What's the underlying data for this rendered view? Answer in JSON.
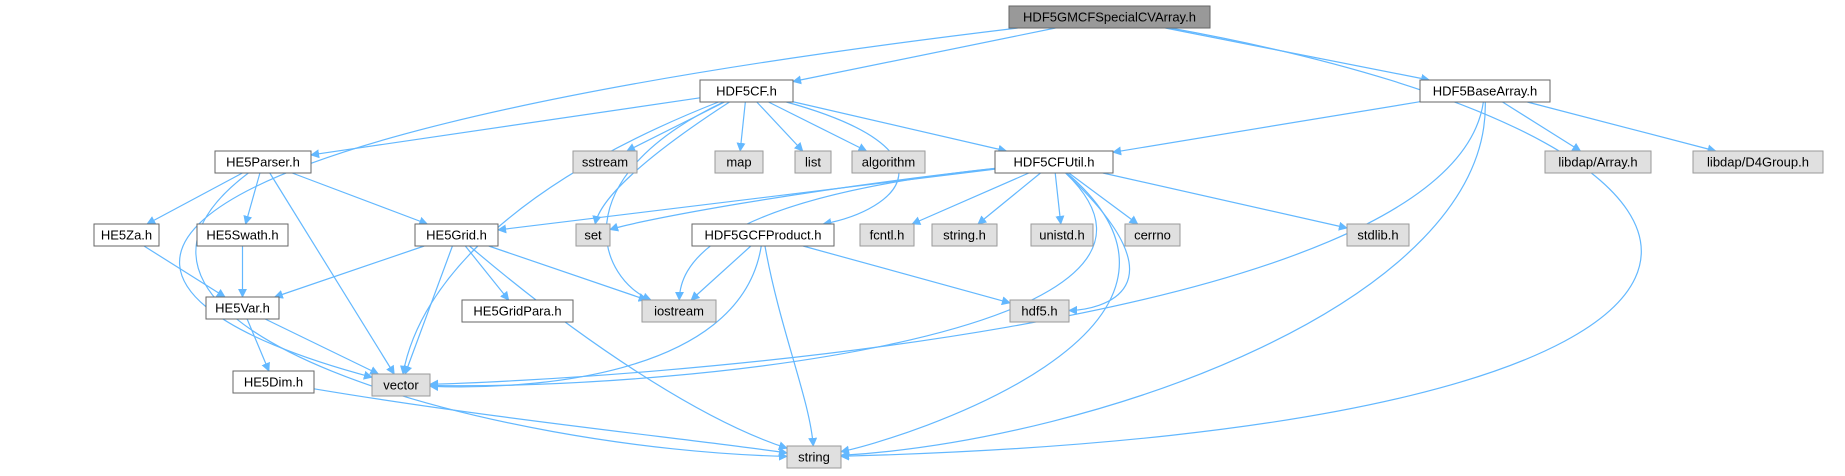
{
  "colors": {
    "root_fill": "#999999",
    "root_stroke": "#666666",
    "node_fill": "#ffffff",
    "node_stroke": "#666666",
    "ext_fill": "#e0e0e0",
    "ext_stroke": "#999999",
    "edge": "#63b8ff"
  },
  "nodes": [
    {
      "id": "root",
      "label": "HDF5GMCFSpecialCVArray.h",
      "kind": "root"
    },
    {
      "id": "hdf5cf",
      "label": "HDF5CF.h",
      "kind": "header"
    },
    {
      "id": "basearray",
      "label": "HDF5BaseArray.h",
      "kind": "header"
    },
    {
      "id": "he5parser",
      "label": "HE5Parser.h",
      "kind": "header"
    },
    {
      "id": "sstream",
      "label": "sstream",
      "kind": "external"
    },
    {
      "id": "map",
      "label": "map",
      "kind": "external"
    },
    {
      "id": "list",
      "label": "list",
      "kind": "external"
    },
    {
      "id": "algorithm",
      "label": "algorithm",
      "kind": "external"
    },
    {
      "id": "cfutil",
      "label": "HDF5CFUtil.h",
      "kind": "header"
    },
    {
      "id": "libdaparray",
      "label": "libdap/Array.h",
      "kind": "external"
    },
    {
      "id": "libdapd4group",
      "label": "libdap/D4Group.h",
      "kind": "external"
    },
    {
      "id": "he5za",
      "label": "HE5Za.h",
      "kind": "header"
    },
    {
      "id": "he5swath",
      "label": "HE5Swath.h",
      "kind": "header"
    },
    {
      "id": "he5grid",
      "label": "HE5Grid.h",
      "kind": "header"
    },
    {
      "id": "set",
      "label": "set",
      "kind": "external"
    },
    {
      "id": "gcfproduct",
      "label": "HDF5GCFProduct.h",
      "kind": "header"
    },
    {
      "id": "fcntl",
      "label": "fcntl.h",
      "kind": "external"
    },
    {
      "id": "stringh",
      "label": "string.h",
      "kind": "external"
    },
    {
      "id": "unistd",
      "label": "unistd.h",
      "kind": "external"
    },
    {
      "id": "cerrno",
      "label": "cerrno",
      "kind": "external"
    },
    {
      "id": "stdlib",
      "label": "stdlib.h",
      "kind": "external"
    },
    {
      "id": "he5var",
      "label": "HE5Var.h",
      "kind": "header"
    },
    {
      "id": "he5gridpara",
      "label": "HE5GridPara.h",
      "kind": "header"
    },
    {
      "id": "iostream",
      "label": "iostream",
      "kind": "external"
    },
    {
      "id": "hdf5h",
      "label": "hdf5.h",
      "kind": "external"
    },
    {
      "id": "he5dim",
      "label": "HE5Dim.h",
      "kind": "header"
    },
    {
      "id": "vector",
      "label": "vector",
      "kind": "external"
    },
    {
      "id": "string",
      "label": "string",
      "kind": "external"
    }
  ],
  "edges": [
    [
      "root",
      "hdf5cf"
    ],
    [
      "root",
      "basearray"
    ],
    [
      "root",
      "vector"
    ],
    [
      "root",
      "string"
    ],
    [
      "hdf5cf",
      "he5parser"
    ],
    [
      "hdf5cf",
      "sstream"
    ],
    [
      "hdf5cf",
      "map"
    ],
    [
      "hdf5cf",
      "list"
    ],
    [
      "hdf5cf",
      "algorithm"
    ],
    [
      "hdf5cf",
      "cfutil"
    ],
    [
      "hdf5cf",
      "set"
    ],
    [
      "hdf5cf",
      "gcfproduct"
    ],
    [
      "hdf5cf",
      "iostream"
    ],
    [
      "hdf5cf",
      "vector"
    ],
    [
      "basearray",
      "cfutil"
    ],
    [
      "basearray",
      "libdaparray"
    ],
    [
      "basearray",
      "libdapd4group"
    ],
    [
      "basearray",
      "vector"
    ],
    [
      "basearray",
      "string"
    ],
    [
      "he5parser",
      "he5za"
    ],
    [
      "he5parser",
      "he5swath"
    ],
    [
      "he5parser",
      "he5grid"
    ],
    [
      "he5parser",
      "vector"
    ],
    [
      "he5parser",
      "string"
    ],
    [
      "cfutil",
      "he5grid"
    ],
    [
      "cfutil",
      "set"
    ],
    [
      "cfutil",
      "iostream"
    ],
    [
      "cfutil",
      "fcntl"
    ],
    [
      "cfutil",
      "stringh"
    ],
    [
      "cfutil",
      "unistd"
    ],
    [
      "cfutil",
      "cerrno"
    ],
    [
      "cfutil",
      "stdlib"
    ],
    [
      "cfutil",
      "hdf5h"
    ],
    [
      "cfutil",
      "vector"
    ],
    [
      "cfutil",
      "string"
    ],
    [
      "he5za",
      "he5var"
    ],
    [
      "he5swath",
      "he5var"
    ],
    [
      "he5grid",
      "he5var"
    ],
    [
      "he5grid",
      "he5gridpara"
    ],
    [
      "he5grid",
      "iostream"
    ],
    [
      "he5grid",
      "vector"
    ],
    [
      "he5grid",
      "string"
    ],
    [
      "gcfproduct",
      "iostream"
    ],
    [
      "gcfproduct",
      "hdf5h"
    ],
    [
      "gcfproduct",
      "vector"
    ],
    [
      "gcfproduct",
      "string"
    ],
    [
      "he5var",
      "he5dim"
    ],
    [
      "he5var",
      "vector"
    ],
    [
      "he5dim",
      "string"
    ]
  ]
}
